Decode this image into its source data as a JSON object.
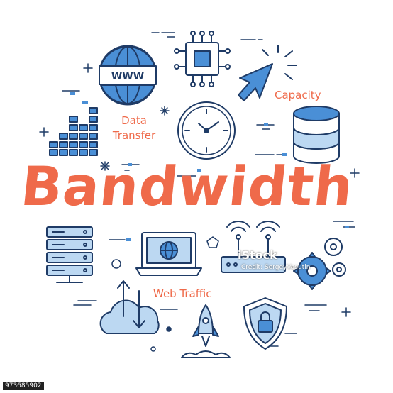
{
  "title": "Bandwidth",
  "labels": {
    "data_transfer_line1": "Data",
    "data_transfer_line2": "Transfer",
    "capacity": "Capacity",
    "web_traffic": "Web Traffic",
    "www": "WWW"
  },
  "watermark": {
    "logo": "iStock",
    "credit": "Credit: SergeyVasutin",
    "image_number": "973685902"
  },
  "colors": {
    "accent": "#ef6a4a",
    "line": "#1f3b66",
    "fill": "#4a8fd6",
    "fill_light": "#bcd8f2"
  }
}
